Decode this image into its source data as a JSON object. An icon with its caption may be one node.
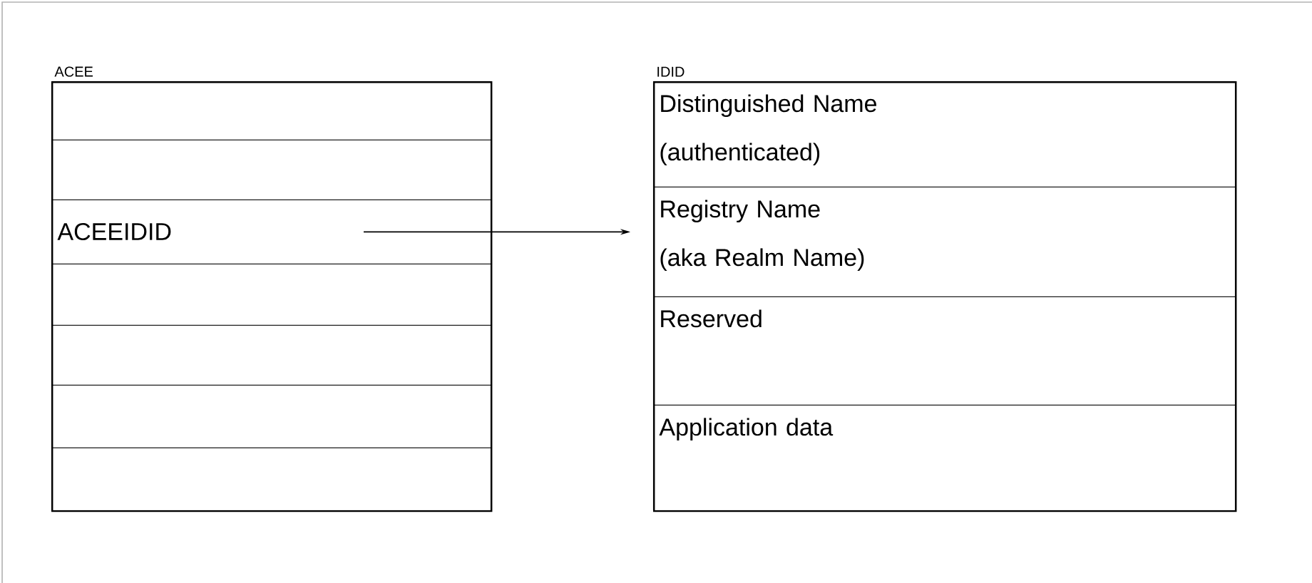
{
  "diagram": {
    "nodes": [
      {
        "text": [
          "ACEE"
        ]
      },
      {
        "text": [],
        "shape": "box",
        "in": 0
      },
      {
        "text": [],
        "shape": "box",
        "in": 0
      },
      {
        "text": [
          "ACEEIDID"
        ],
        "in": 0
      },
      {
        "text": [],
        "shape": "box",
        "in": 0
      },
      {
        "text": [],
        "shape": "box",
        "in": 0
      },
      {
        "text": [],
        "shape": "box",
        "in": 0
      },
      {
        "text": [],
        "shape": "box",
        "in": 0
      },
      {
        "text": [
          "IDID"
        ]
      },
      {
        "text": [
          "Distinguished Name (authenticated)"
        ],
        "in": 8
      },
      {
        "text": [
          "Registry Name (aka Realm Name)"
        ],
        "in": 8
      },
      {
        "text": [
          "Reserved"
        ],
        "in": 8
      },
      {
        "text": [
          "Application data"
        ],
        "in": 8
      }
    ],
    "edges": [
      {
        "from": 3,
        "to": 10,
        "arrow": "to"
      }
    ]
  }
}
